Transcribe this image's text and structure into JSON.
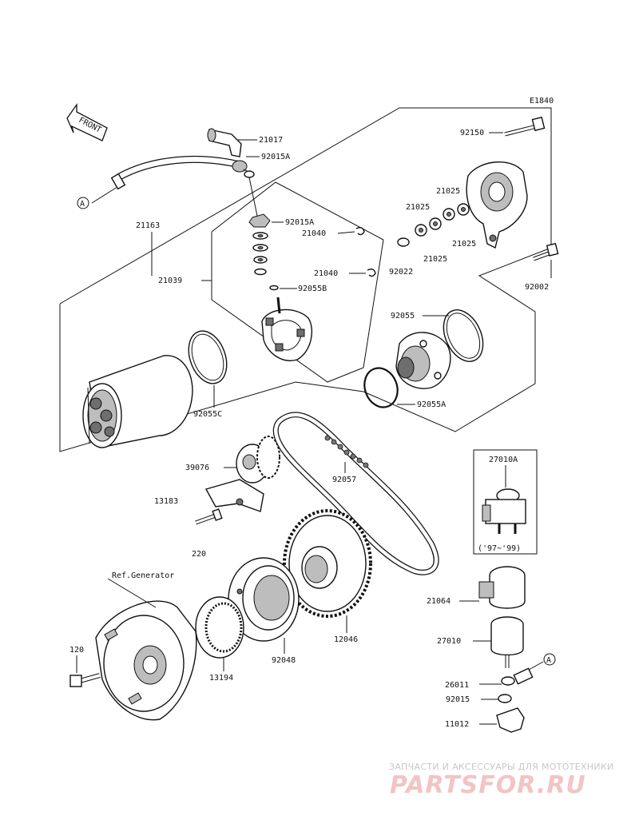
{
  "diagram_code": "E1840",
  "front_label": "FRONT",
  "ref_generator": "Ref.Generator",
  "year_note": "('97~'99)",
  "callout_letter": "A",
  "parts": {
    "p21017": "21017",
    "p92015A_top": "92015A",
    "p92015A_mid": "92015A",
    "p21040_a": "21040",
    "p21040_b": "21040",
    "p92055B": "92055B",
    "p21163": "21163",
    "p21039": "21039",
    "p92055C": "92055C",
    "p92150": "92150",
    "p21025_a": "21025",
    "p21025_b": "21025",
    "p21025_c": "21025",
    "p21025_d": "21025",
    "p92022": "92022",
    "p92002": "92002",
    "p92055": "92055",
    "p92055A": "92055A",
    "p39076": "39076",
    "p92057": "92057",
    "p13183": "13183",
    "p220": "220",
    "p27010A": "27010A",
    "p21064": "21064",
    "p27010": "27010",
    "p26011": "26011",
    "p92015": "92015",
    "p11012": "11012",
    "p12046": "12046",
    "p92048": "92048",
    "p13194": "13194",
    "p120": "120"
  },
  "watermark": {
    "line1": "ЗАПЧАСТИ И АКСЕССУАРЫ ДЛЯ МОТОТЕХНИКИ",
    "line2": "PARTSFOR.RU",
    "color": "#f2c4c4"
  }
}
